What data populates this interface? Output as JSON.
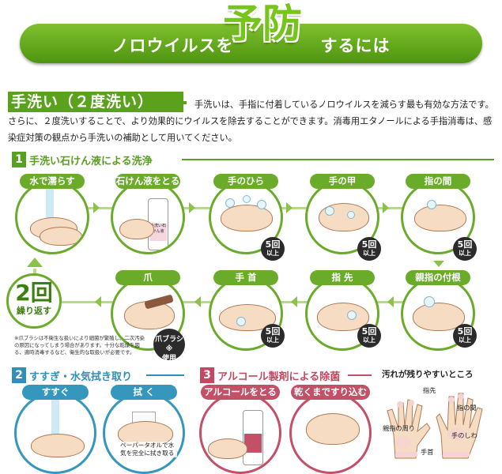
{
  "banner": {
    "pre": "ノロウイルスを",
    "big": "予防",
    "post": "するには"
  },
  "handwash": {
    "title": "手洗い（２度洗い）",
    "intro": "手洗いは、手指に付着しているノロウイルスを減らす最も有効な方法です。さらに、２度洗いすることで、より効果的にウイルスを除去することができます。消毒用エタノールによる手指消毒は、感染症対策の観点から手洗いの補助として用いてください。"
  },
  "section1": {
    "num": "1",
    "title": "手洗い石けん液による洗浄",
    "steps": [
      {
        "label": "水で濡らす"
      },
      {
        "label": "石けん液をとる",
        "bottle_label": "手洗い石けん液"
      },
      {
        "label": "手のひら",
        "count": "5回",
        "unit": "以上"
      },
      {
        "label": "手の甲",
        "count": "5回",
        "unit": "以上"
      },
      {
        "label": "指の間",
        "count": "5回",
        "unit": "以上"
      },
      {
        "label": "親指の付根",
        "count": "5回",
        "unit": "以上"
      },
      {
        "label": "指 先",
        "count": "5回",
        "unit": "以上"
      },
      {
        "label": "手 首",
        "count": "5回",
        "unit": "以上"
      },
      {
        "label": "爪",
        "brush_line1": "爪ブラシ※",
        "brush_line2": "使用"
      }
    ],
    "repeat": {
      "big": "2回",
      "small": "繰り返す"
    },
    "note": "※爪ブラシは不衛生な扱いにより細菌が繁殖し、二次汚染の原因になってしまう場合があります。十分な乾燥を図る、適時消毒するなど、衛生的な取扱いが必要です。"
  },
  "section2": {
    "num": "2",
    "title": "すすぎ・水気拭き取り",
    "steps": [
      {
        "label": "すすぐ"
      },
      {
        "label": "拭 く"
      }
    ],
    "towel_note": "ペーパータオルで水気を完全に拭き取る"
  },
  "section3": {
    "num": "3",
    "title": "アルコール製剤による除菌",
    "steps": [
      {
        "label": "アルコールをとる"
      },
      {
        "label": "乾くまですり込む"
      }
    ]
  },
  "dirty": {
    "title": "汚れが残りやすいところ",
    "labels": {
      "fingertip": "指先",
      "between": "指の間",
      "palm_around": "親指の周り",
      "wrinkle": "手のしわ",
      "wrist": "手首"
    }
  },
  "colors": {
    "green": "#6aac2a",
    "blue": "#3596be",
    "red": "#c25067",
    "banner_text": "#77c41b"
  }
}
